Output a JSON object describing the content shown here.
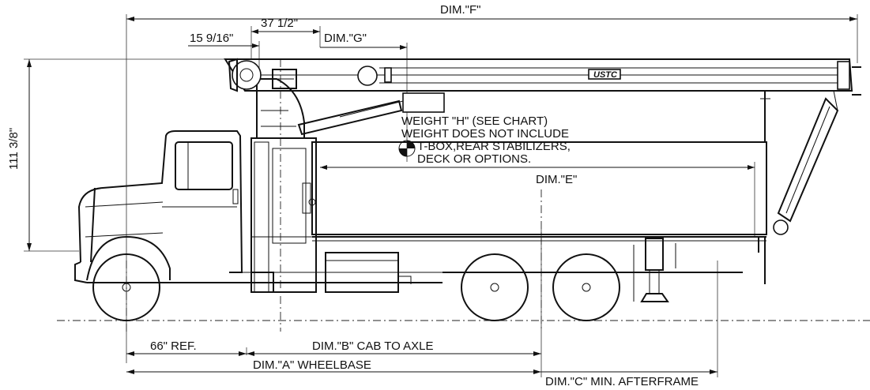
{
  "dimensions": {
    "dim_f": "DIM.\"F\"",
    "dim_37": "37 1/2\"",
    "dim_15": "15 9/16\"",
    "dim_g": "DIM.\"G\"",
    "dim_111": "111 3/8\"",
    "dim_e": "DIM.\"E\"",
    "dim_66": "66\" REF.",
    "dim_b": "DIM.\"B\" CAB TO AXLE",
    "dim_a": "DIM.\"A\" WHEELBASE",
    "dim_c": "DIM.\"C\" MIN. AFTERFRAME"
  },
  "weight_note": {
    "line1": "WEIGHT \"H\" (SEE CHART)",
    "line2": "WEIGHT DOES NOT INCLUDE",
    "line3": "T-BOX,REAR STABILIZERS,",
    "line4": "DECK OR OPTIONS."
  },
  "boom_logo": "USTC"
}
